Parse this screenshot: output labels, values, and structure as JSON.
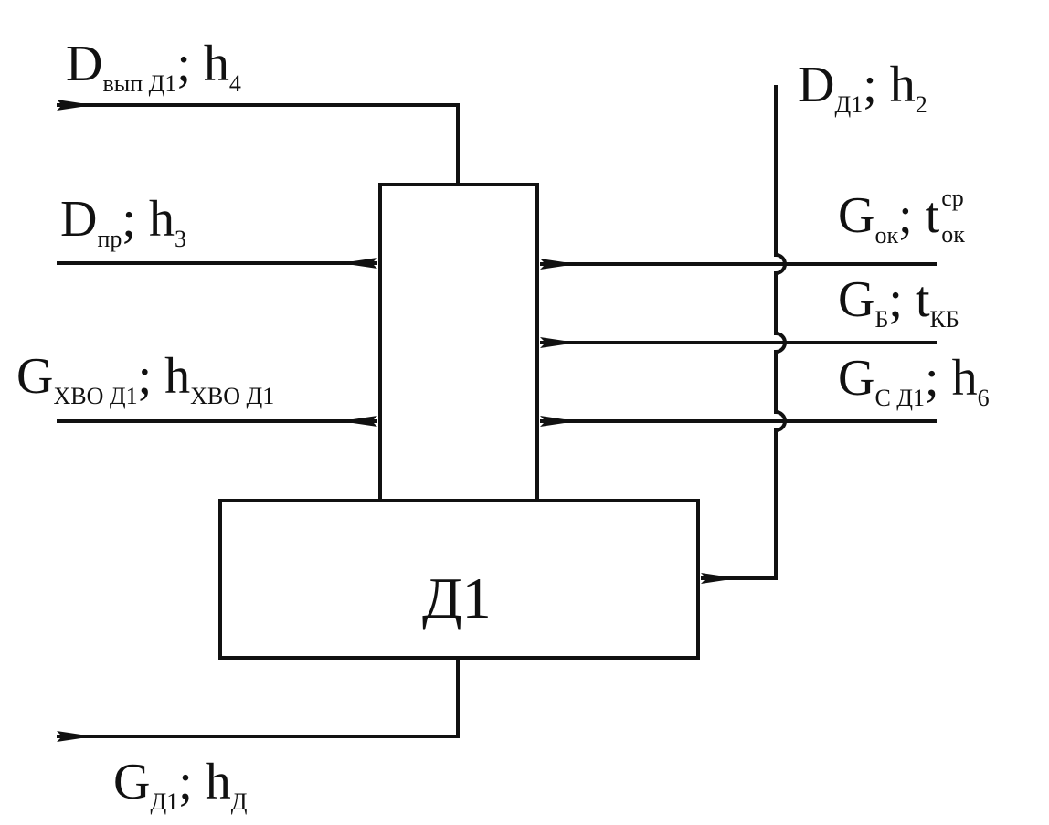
{
  "unit": {
    "name": "Д1"
  },
  "labels": {
    "vent": {
      "main": "D",
      "sub": "вып Д1",
      "sep": "; ",
      "var": "h",
      "var_sub": "4"
    },
    "steam_in": {
      "main": "D",
      "sub": "Д1",
      "sep": "; ",
      "var": "h",
      "var_sub": "2"
    },
    "pr": {
      "main": "D",
      "sub": "пр",
      "sep": "; ",
      "var": "h",
      "var_sub": "3"
    },
    "xvo": {
      "main": "G",
      "sub": "ХВО Д1",
      "sep": "; ",
      "var": "h",
      "var_sub": "ХВО Д1"
    },
    "ok": {
      "main": "G",
      "sub": "ок",
      "sep": "; ",
      "var": "t",
      "var_sup": "ср",
      "var_sub": "ок"
    },
    "b": {
      "main": "G",
      "sub": "Б",
      "sep": "; ",
      "var": "t",
      "var_sub": "КБ"
    },
    "c": {
      "main": "G",
      "sub": "С Д1",
      "sep": "; ",
      "var": "h",
      "var_sub": "6"
    },
    "out": {
      "main": "G",
      "sub": "Д1",
      "sep": "; ",
      "var": "h",
      "var_sub": "Д"
    }
  },
  "colors": {
    "line": "#111111",
    "background": "#ffffff"
  }
}
